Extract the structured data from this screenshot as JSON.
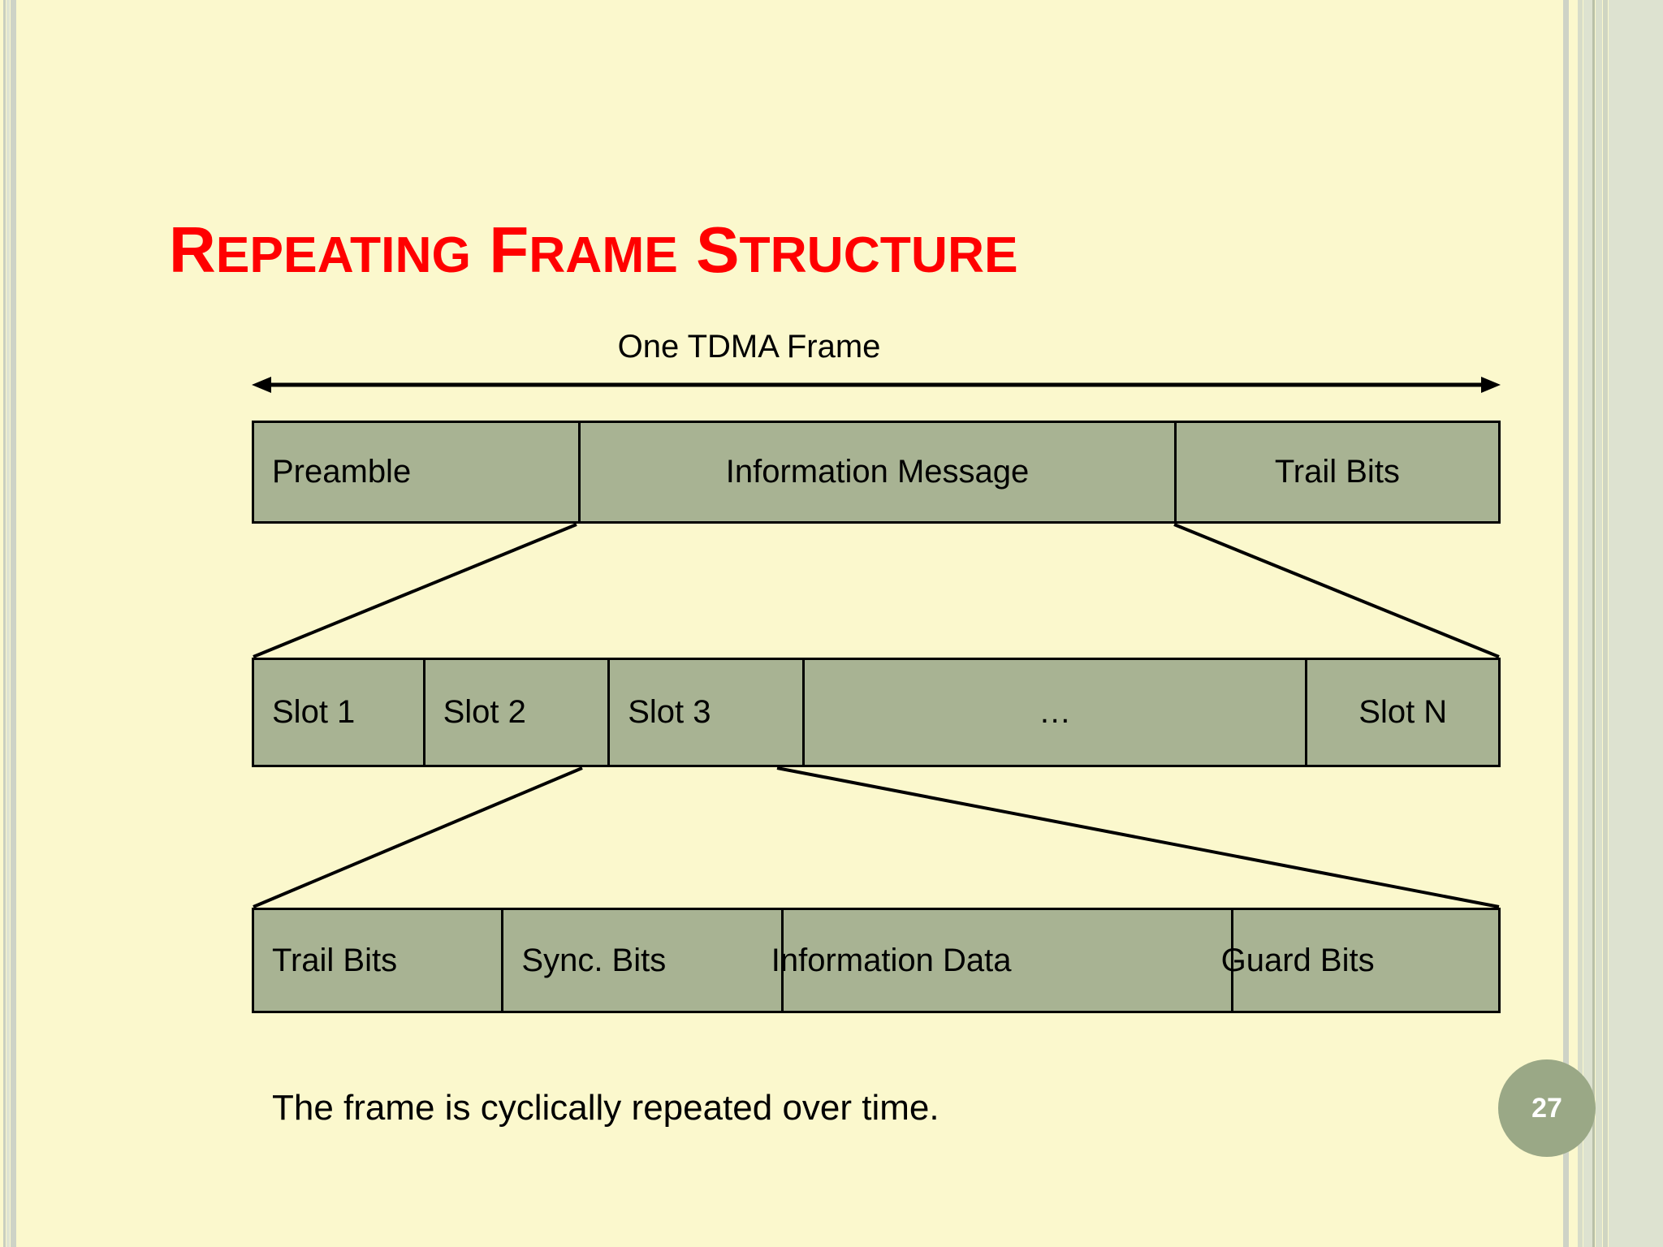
{
  "slide": {
    "title_first": "R",
    "title_rest": "EPEATING",
    "title": "REPEATING FRAME STRUCTURE",
    "title_words": [
      {
        "cap": "R",
        "rest": "EPEATING"
      },
      {
        "cap": "F",
        "rest": "RAME"
      },
      {
        "cap": "S",
        "rest": "TRUCTURE"
      }
    ],
    "title_color": "#ff0000",
    "background_color": "#fbf8cd",
    "box_fill_color": "#a8b393",
    "page_number": "27"
  },
  "frame": {
    "caption": "One TDMA Frame",
    "arrow_name": "double-headed-arrow"
  },
  "rows": {
    "row1": {
      "name": "tdma-frame-row",
      "cells": [
        {
          "label": "Preamble",
          "align": "left"
        },
        {
          "label": "Information Message",
          "align": "center"
        },
        {
          "label": "Trail Bits",
          "align": "center"
        }
      ]
    },
    "row2": {
      "name": "slots-row",
      "cells": [
        {
          "label": "Slot 1",
          "align": "left"
        },
        {
          "label": "Slot 2",
          "align": "left"
        },
        {
          "label": "Slot 3",
          "align": "left"
        },
        {
          "label": "…",
          "align": "center"
        },
        {
          "label": "Slot N",
          "align": "center"
        }
      ]
    },
    "row3": {
      "name": "slot-detail-row",
      "cells": [
        {
          "label": "Trail Bits",
          "align": "left"
        },
        {
          "label": "Sync. Bits",
          "align": "left"
        },
        {
          "label": "Information Data",
          "align": "left"
        },
        {
          "label": "Guard Bits",
          "align": "left"
        }
      ]
    }
  },
  "note": {
    "text": "The frame is cyclically repeated over time."
  }
}
